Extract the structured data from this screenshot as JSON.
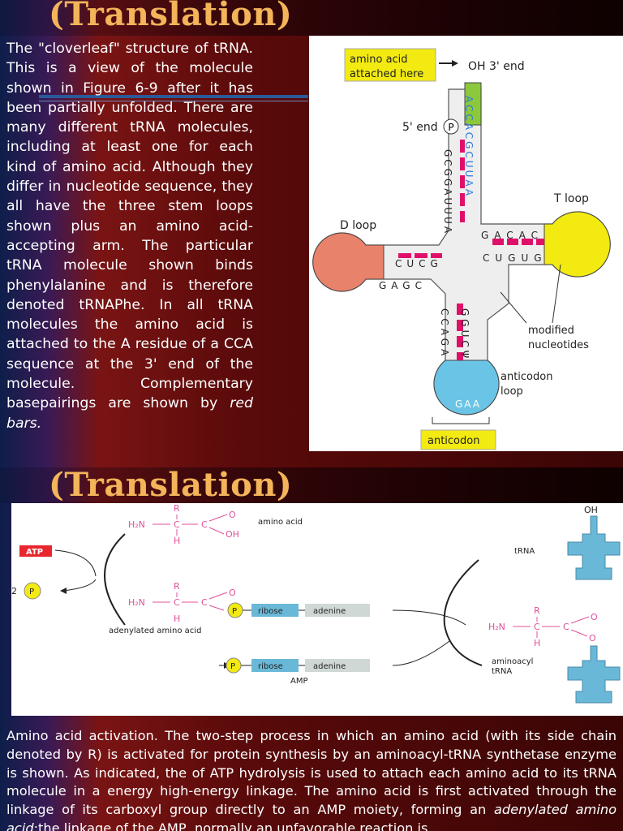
{
  "slide1": {
    "title": "(Translation)",
    "body_text": "The \"cloverleaf\" structure of tRNA. This is a view of the molecule shown in Figure 6-9 after it has been partially unfolded. There are many different tRNA molecules, including at least one for each kind of amino acid. Although they differ in nucleotide sequence, they all have the three stem loops shown plus an amino acid-accepting arm. The particular tRNA molecule shown binds phenylalanine and is therefore denoted tRNAPhe. In all tRNA molecules the amino acid is attached to the A residue of a CCA sequence at the 3' end of the molecule. Complementary basepairings are shown by ",
    "body_emphasis": "red bars.",
    "diagram": {
      "amino_label_1": "amino acid",
      "amino_label_2": "attached here",
      "oh_end": "OH  3' end",
      "five_end": "5' end",
      "p": "P",
      "t_loop": "T loop",
      "d_loop": "D loop",
      "modified_1": "modified",
      "modified_2": "nucleotides",
      "anticodon_loop_1": "anticodon",
      "anticodon_loop_2": "loop",
      "anticodon_box": "anticodon",
      "acceptor_5": "GCGGAUUUA",
      "acceptor_3": "ACCACGCUUAA",
      "d_stem_top": "CUCG",
      "d_stem_bottom": "GAGC",
      "t_stem_top": "GACAC",
      "t_stem_bottom": "CUGUG",
      "ac_stem_left": "CCAGA",
      "ac_stem_right": "GGUCΨ",
      "anticodon_seq": "GAA"
    }
  },
  "slide2": {
    "title": "(Translation)",
    "diagram": {
      "amino_acid": "amino acid",
      "atp": "ATP",
      "two": "2",
      "p": "P",
      "trna": "tRNA",
      "ribose": "ribose",
      "adenine": "adenine",
      "adenylated": "adenylated amino acid",
      "aminoacyl_1": "aminoacyl",
      "aminoacyl_2": "tRNA",
      "amp": "AMP",
      "r": "R",
      "h": "H",
      "h2n": "H₂N",
      "c": "C",
      "o": "O",
      "oh": "OH"
    },
    "body_text": "Amino acid activation. The two-step process in which an amino acid (with its side chain denoted by R) is activated for protein synthesis by an aminoacyl-tRNA synthetase enzyme is shown. As indicated, the of ATP hydrolysis is used to attach each amino acid to its tRNA molecule in a energy high-energy linkage. The amino acid is first activated through the linkage of its carboxyl group directly to an AMP moiety, forming an ",
    "body_emphasis": "adenylated amino acid",
    "body_tail": ";the linkage of the AMP, normally an unfavorable reaction is"
  },
  "colors": {
    "title": "#f3b45a",
    "pair_bar": "#e0106a",
    "d_loop": "#e8826a",
    "t_loop": "#f2ea10",
    "anticodon_loop": "#6ac4e6",
    "acceptor": "#8cc83c",
    "trna_shape": "#6ab8d8",
    "atp_box": "#e8262e",
    "phosphate": "#f2ea10",
    "chem_pink": "#e0509a"
  }
}
